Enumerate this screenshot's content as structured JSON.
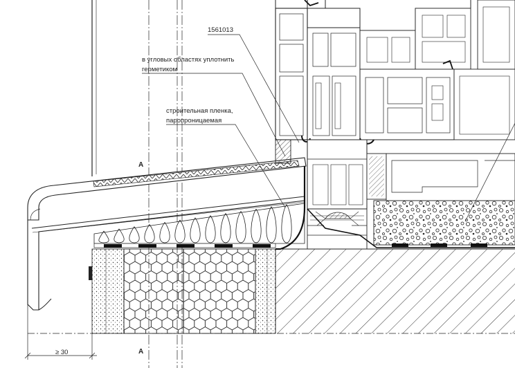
{
  "labels": {
    "part_number": "1561013",
    "sealant_line1": "в угловых областях уплотнить",
    "sealant_line2": "герметиком",
    "film_line1": "строительная пленка,",
    "film_line2": "паропроницаемая",
    "section_top": "A",
    "section_bottom": "A",
    "dimension": "≥ 30"
  }
}
